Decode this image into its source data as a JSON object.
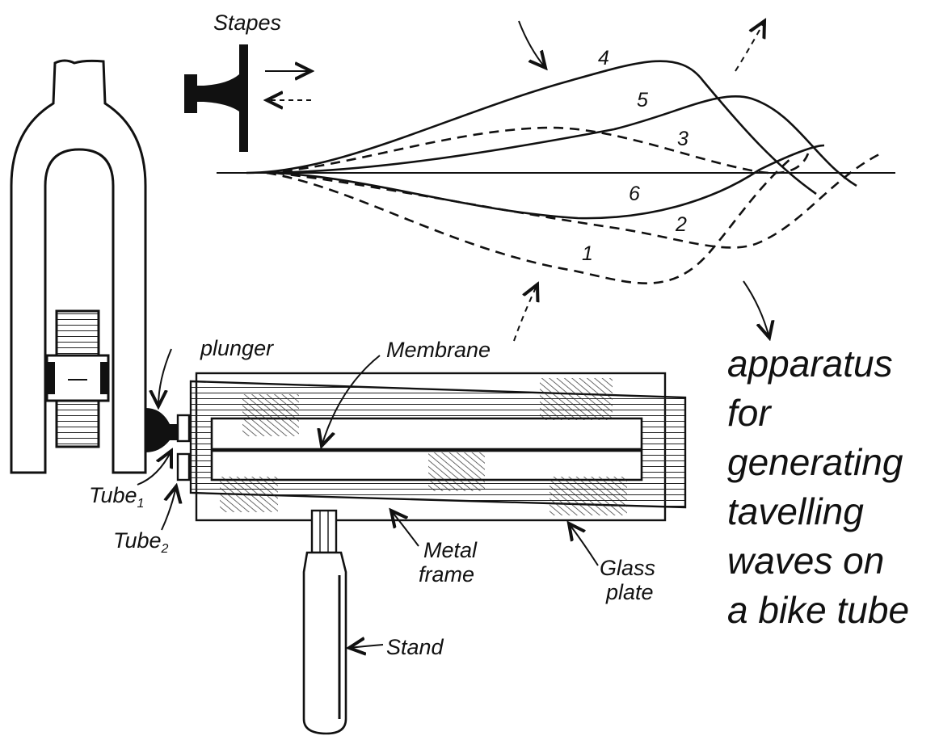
{
  "diagram": {
    "labels": {
      "stapes": "Stapes",
      "plunger": "plunger",
      "membrane": "Membrane",
      "tube1": "Tube",
      "tube1_sub": "1",
      "tube2": "Tube",
      "tube2_sub": "2",
      "metal_frame_line1": "Metal",
      "metal_frame_line2": "frame",
      "glass_plate_line1": "Glass",
      "glass_plate_line2": "plate",
      "stand": "Stand"
    },
    "wave_numbers": [
      "1",
      "2",
      "3",
      "4",
      "5",
      "6"
    ]
  },
  "caption": {
    "lines": [
      "apparatus",
      "for",
      "generating",
      "tavelling",
      "waves on",
      "a bike tube"
    ]
  },
  "colors": {
    "ink": "#111111",
    "background": "#ffffff"
  }
}
